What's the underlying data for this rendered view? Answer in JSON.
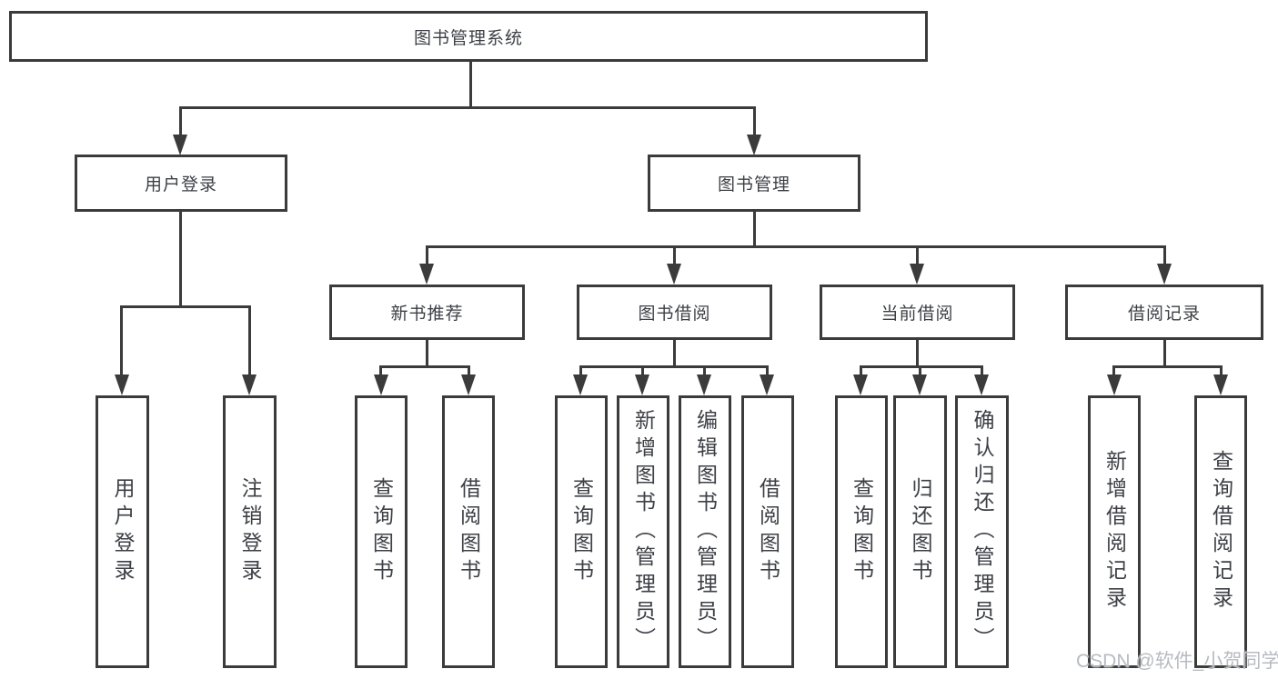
{
  "tree": {
    "label": "图书管理系统",
    "children": [
      {
        "label": "用户登录",
        "children": [
          {
            "label": "用户登录"
          },
          {
            "label": "注销登录"
          }
        ]
      },
      {
        "label": "图书管理",
        "children": [
          {
            "label": "新书推荐",
            "children": [
              {
                "label": "查询图书"
              },
              {
                "label": "借阅图书"
              }
            ]
          },
          {
            "label": "图书借阅",
            "children": [
              {
                "label": "查询图书"
              },
              {
                "label": "新增图书（管理员）"
              },
              {
                "label": "编辑图书（管理员）"
              },
              {
                "label": "借阅图书"
              }
            ]
          },
          {
            "label": "当前借阅",
            "children": [
              {
                "label": "查询图书"
              },
              {
                "label": "归还图书"
              },
              {
                "label": "确认归还（管理员）"
              }
            ]
          },
          {
            "label": "借阅记录",
            "children": [
              {
                "label": "新增借阅记录"
              },
              {
                "label": "查询借阅记录"
              }
            ]
          }
        ]
      }
    ]
  },
  "watermark": {
    "text": "CSDN @软件_小贺同学"
  },
  "colors": {
    "line": "#3b3b3b",
    "text": "#3d4046",
    "box_bg": "#ffffff",
    "background": "#ffffff",
    "watermark": "#b7bbc1"
  }
}
